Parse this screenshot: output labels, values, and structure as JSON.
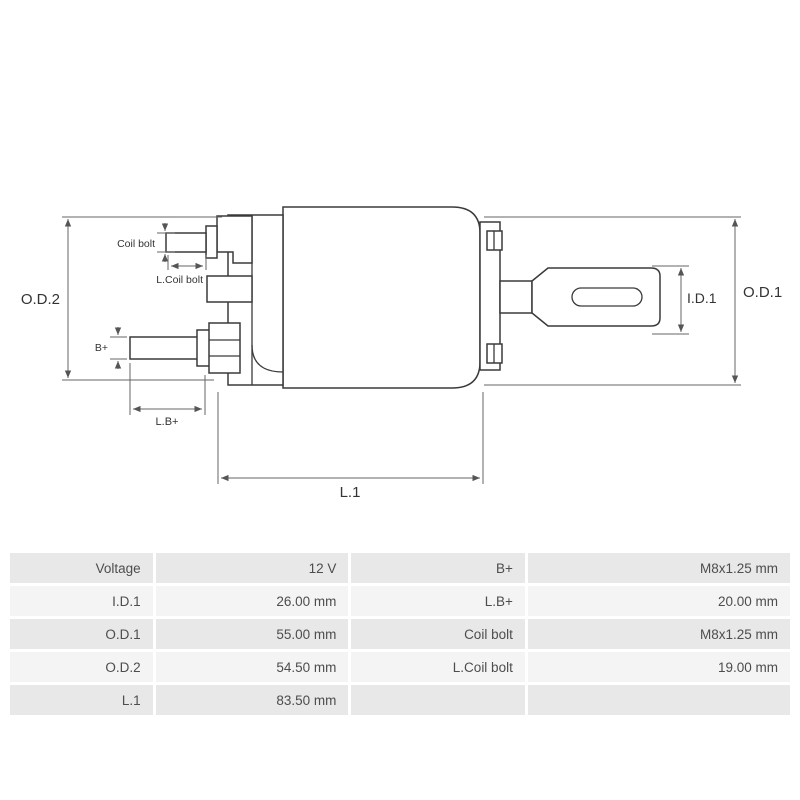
{
  "diagram": {
    "labels": {
      "od2": "O.D.2",
      "od1": "O.D.1",
      "id1": "I.D.1",
      "l1": "L.1",
      "b_plus": "B+",
      "lb_plus": "L.B+",
      "coil_bolt": "Coil bolt",
      "l_coil_bolt": "L.Coil bolt"
    }
  },
  "table": {
    "rows": [
      {
        "label1": "Voltage",
        "value1": "12 V",
        "label2": "B+",
        "value2": "M8x1.25 mm"
      },
      {
        "label1": "I.D.1",
        "value1": "26.00 mm",
        "label2": "L.B+",
        "value2": "20.00 mm"
      },
      {
        "label1": "O.D.1",
        "value1": "55.00 mm",
        "label2": "Coil bolt",
        "value2": "M8x1.25 mm"
      },
      {
        "label1": "O.D.2",
        "value1": "54.50 mm",
        "label2": "L.Coil bolt",
        "value2": "19.00 mm"
      },
      {
        "label1": "L.1",
        "value1": "83.50 mm",
        "label2": "",
        "value2": ""
      }
    ]
  },
  "colors": {
    "part_line": "#3a3a3a",
    "dim_line": "#666666",
    "row_odd": "#e8e8e8",
    "row_even": "#f4f4f4",
    "table_text": "#4d4d4d"
  }
}
